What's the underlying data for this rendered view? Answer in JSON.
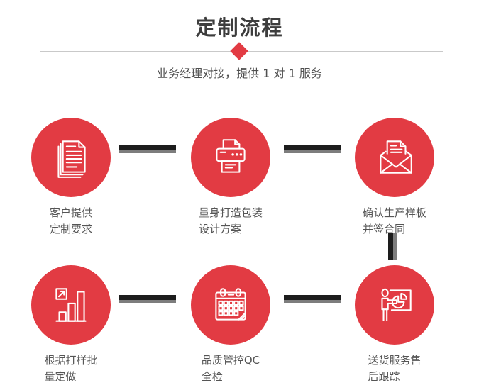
{
  "header": {
    "title": "定制流程",
    "subtitle": "业务经理对接，提供 1 对 1 服务"
  },
  "colors": {
    "accent_red": "#e23b43",
    "connector_dark": "#1d1d1d",
    "connector_gray": "#7d7d7d",
    "divider_line": "#c9c9c9",
    "title_text": "#3d3d3d",
    "label_text": "#555555",
    "background": "#ffffff"
  },
  "steps": [
    {
      "icon": "documents-icon",
      "label_line1": "客户提供",
      "label_line2": "定制要求"
    },
    {
      "icon": "printer-icon",
      "label_line1": "量身打造包装",
      "label_line2": "设计方案"
    },
    {
      "icon": "envelope-icon",
      "label_line1": "确认生产样板",
      "label_line2": "并签合同"
    },
    {
      "icon": "bar-chart-icon",
      "label_line1": "根据打样批",
      "label_line2": "量定做"
    },
    {
      "icon": "calendar-icon",
      "label_line1": "品质管控QC",
      "label_line2": "全检"
    },
    {
      "icon": "presenter-icon",
      "label_line1": "送货服务售",
      "label_line2": "后跟踪"
    }
  ]
}
